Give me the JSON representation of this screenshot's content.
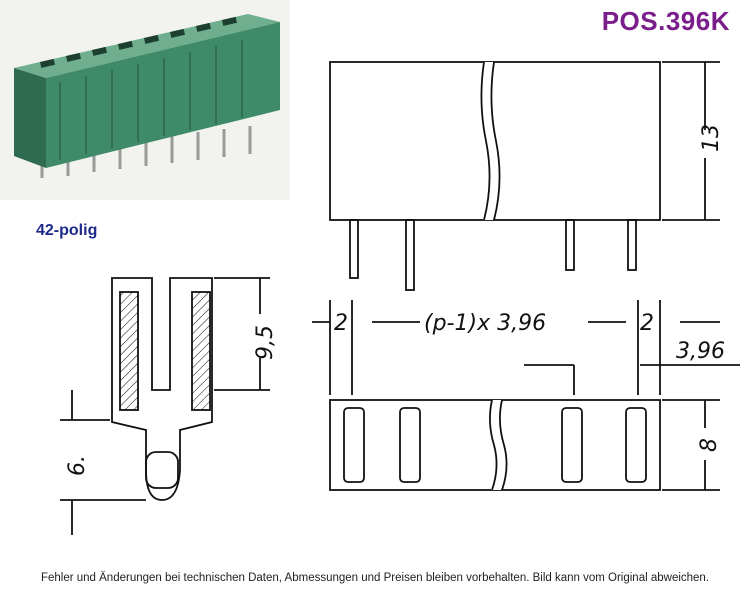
{
  "header": {
    "title": "POS.396K"
  },
  "product": {
    "caption": "42-polig"
  },
  "drawing": {
    "dim_height_top": "13",
    "dim_pitch_label": "(p-1)x 3,96",
    "dim_edge_left": "2",
    "dim_edge_right": "2",
    "dim_pitch_single": "3,96",
    "dim_depth": "8",
    "dim_contact_height": "9,5",
    "dim_pin_offset": "6."
  },
  "footer": {
    "disclaimer": "Fehler und Änderungen bei technischen Daten, Abmessungen und Preisen bleiben vorbehalten. Bild kann vom Original abweichen."
  },
  "colors": {
    "title": "#7a1e8c",
    "caption": "#1e2a8a",
    "connector_body": "#3f8a68"
  }
}
